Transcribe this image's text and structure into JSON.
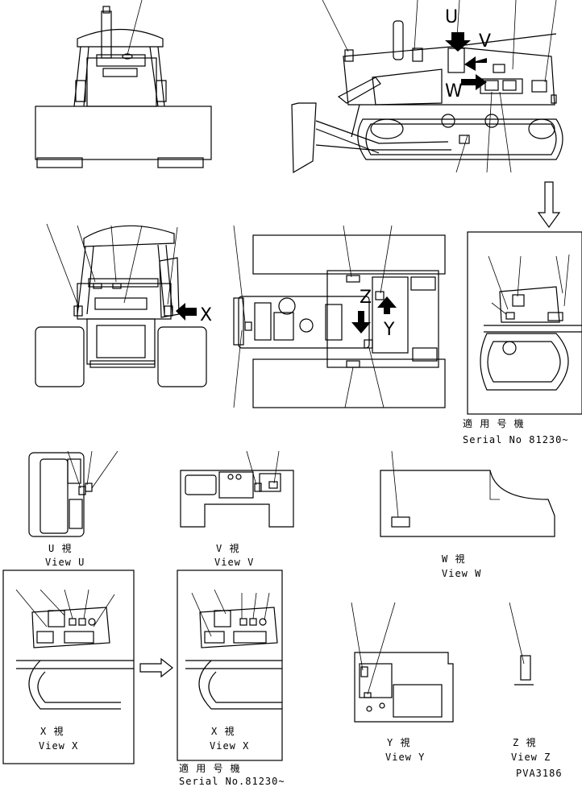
{
  "views": {
    "u": {
      "jp": "U  視",
      "en": "View U"
    },
    "v": {
      "jp": "V  視",
      "en": "View V"
    },
    "w": {
      "jp": "W  視",
      "en": "View W"
    },
    "x1": {
      "jp": "X  視",
      "en": "View X"
    },
    "x2": {
      "jp": "X  視",
      "en": "View X"
    },
    "y": {
      "jp": "Y  視",
      "en": "View Y"
    },
    "z": {
      "jp": "Z  視",
      "en": "View Z"
    }
  },
  "serial": {
    "top": {
      "jp": "適 用 号 機",
      "en": "Serial No 81230~"
    },
    "bottom": {
      "jp": "適 用 号 機",
      "en": "Serial No.81230~"
    }
  },
  "letters": {
    "u": "U",
    "v": "V",
    "w": "W",
    "x": "X",
    "y": "Y",
    "z": "Z"
  },
  "drawing_code": "PVA3186"
}
